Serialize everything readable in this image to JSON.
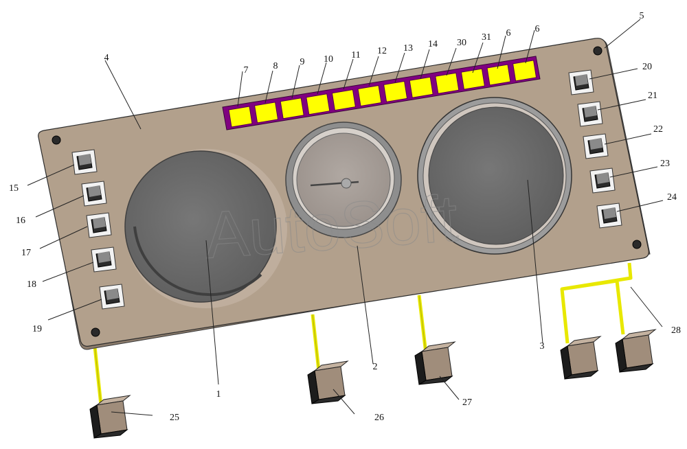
{
  "watermark": "AutoSoft",
  "colors": {
    "panel": "#b2a08c",
    "indicator": "#ffff00",
    "indicator_border": "#800080",
    "wire": "#e8e800",
    "connector": "#a08d7b",
    "gauge_dark": "#6e6e6e",
    "gauge_face": "#a8a09a"
  },
  "callouts": {
    "c1": "1",
    "c2": "2",
    "c3": "3",
    "c4": "4",
    "c5": "5",
    "c6a": "6",
    "c6b": "6",
    "c7": "7",
    "c8": "8",
    "c9": "9",
    "c10": "10",
    "c11": "11",
    "c12": "12",
    "c13": "13",
    "c14": "14",
    "c30": "30",
    "c31": "31",
    "c15": "15",
    "c16": "16",
    "c17": "17",
    "c18": "18",
    "c19": "19",
    "c20": "20",
    "c21": "21",
    "c22": "22",
    "c23": "23",
    "c24": "24",
    "c25": "25",
    "c26": "26",
    "c27": "27",
    "c28": "28"
  }
}
